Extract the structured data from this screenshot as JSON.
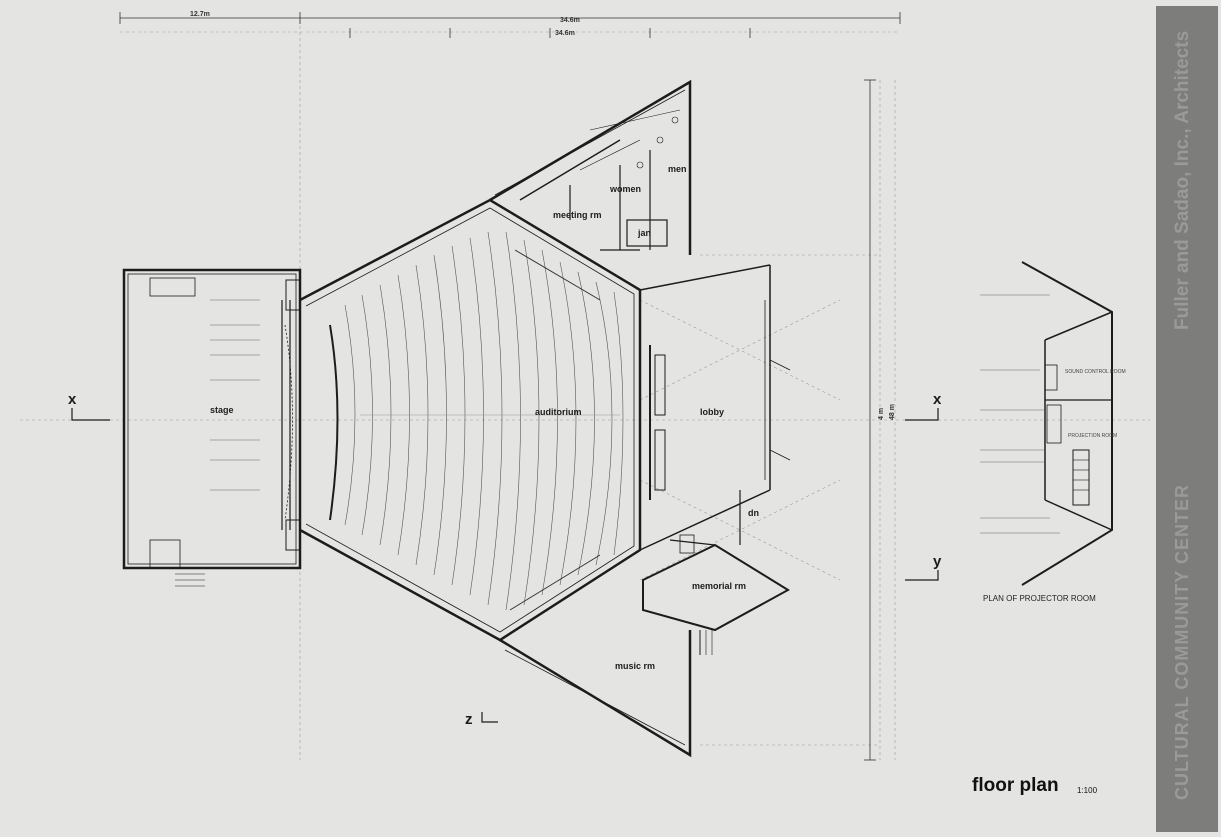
{
  "drawing": {
    "title": "floor plan",
    "scale": "1:100",
    "firm": "Fuller and Sadao, Inc., Architects",
    "project": "CULTURAL COMMUNITY CENTER",
    "projection_room_title": "PLAN OF PROJECTOR ROOM"
  },
  "dimensions": {
    "top_left": "12.7m",
    "top_center_1": "34.6m",
    "top_center_2": "34.6m",
    "vertical_1": "4 m",
    "vertical_2": "48 m"
  },
  "axes": {
    "x": "x",
    "y": "y",
    "z": "z"
  },
  "rooms": {
    "stage": "stage",
    "auditorium": "auditorium",
    "lobby": "lobby",
    "meeting": "meeting rm",
    "women": "women",
    "men": "men",
    "jan": "jan",
    "memorial": "memorial rm",
    "music": "music rm",
    "dn": "dn",
    "sound_control": "SOUND CONTROL ROOM",
    "projection": "PROJECTION ROOM"
  },
  "colors": {
    "paper": "#e4e4e2",
    "ink": "#1c1c1c",
    "title_block": "#7d7d7b"
  }
}
